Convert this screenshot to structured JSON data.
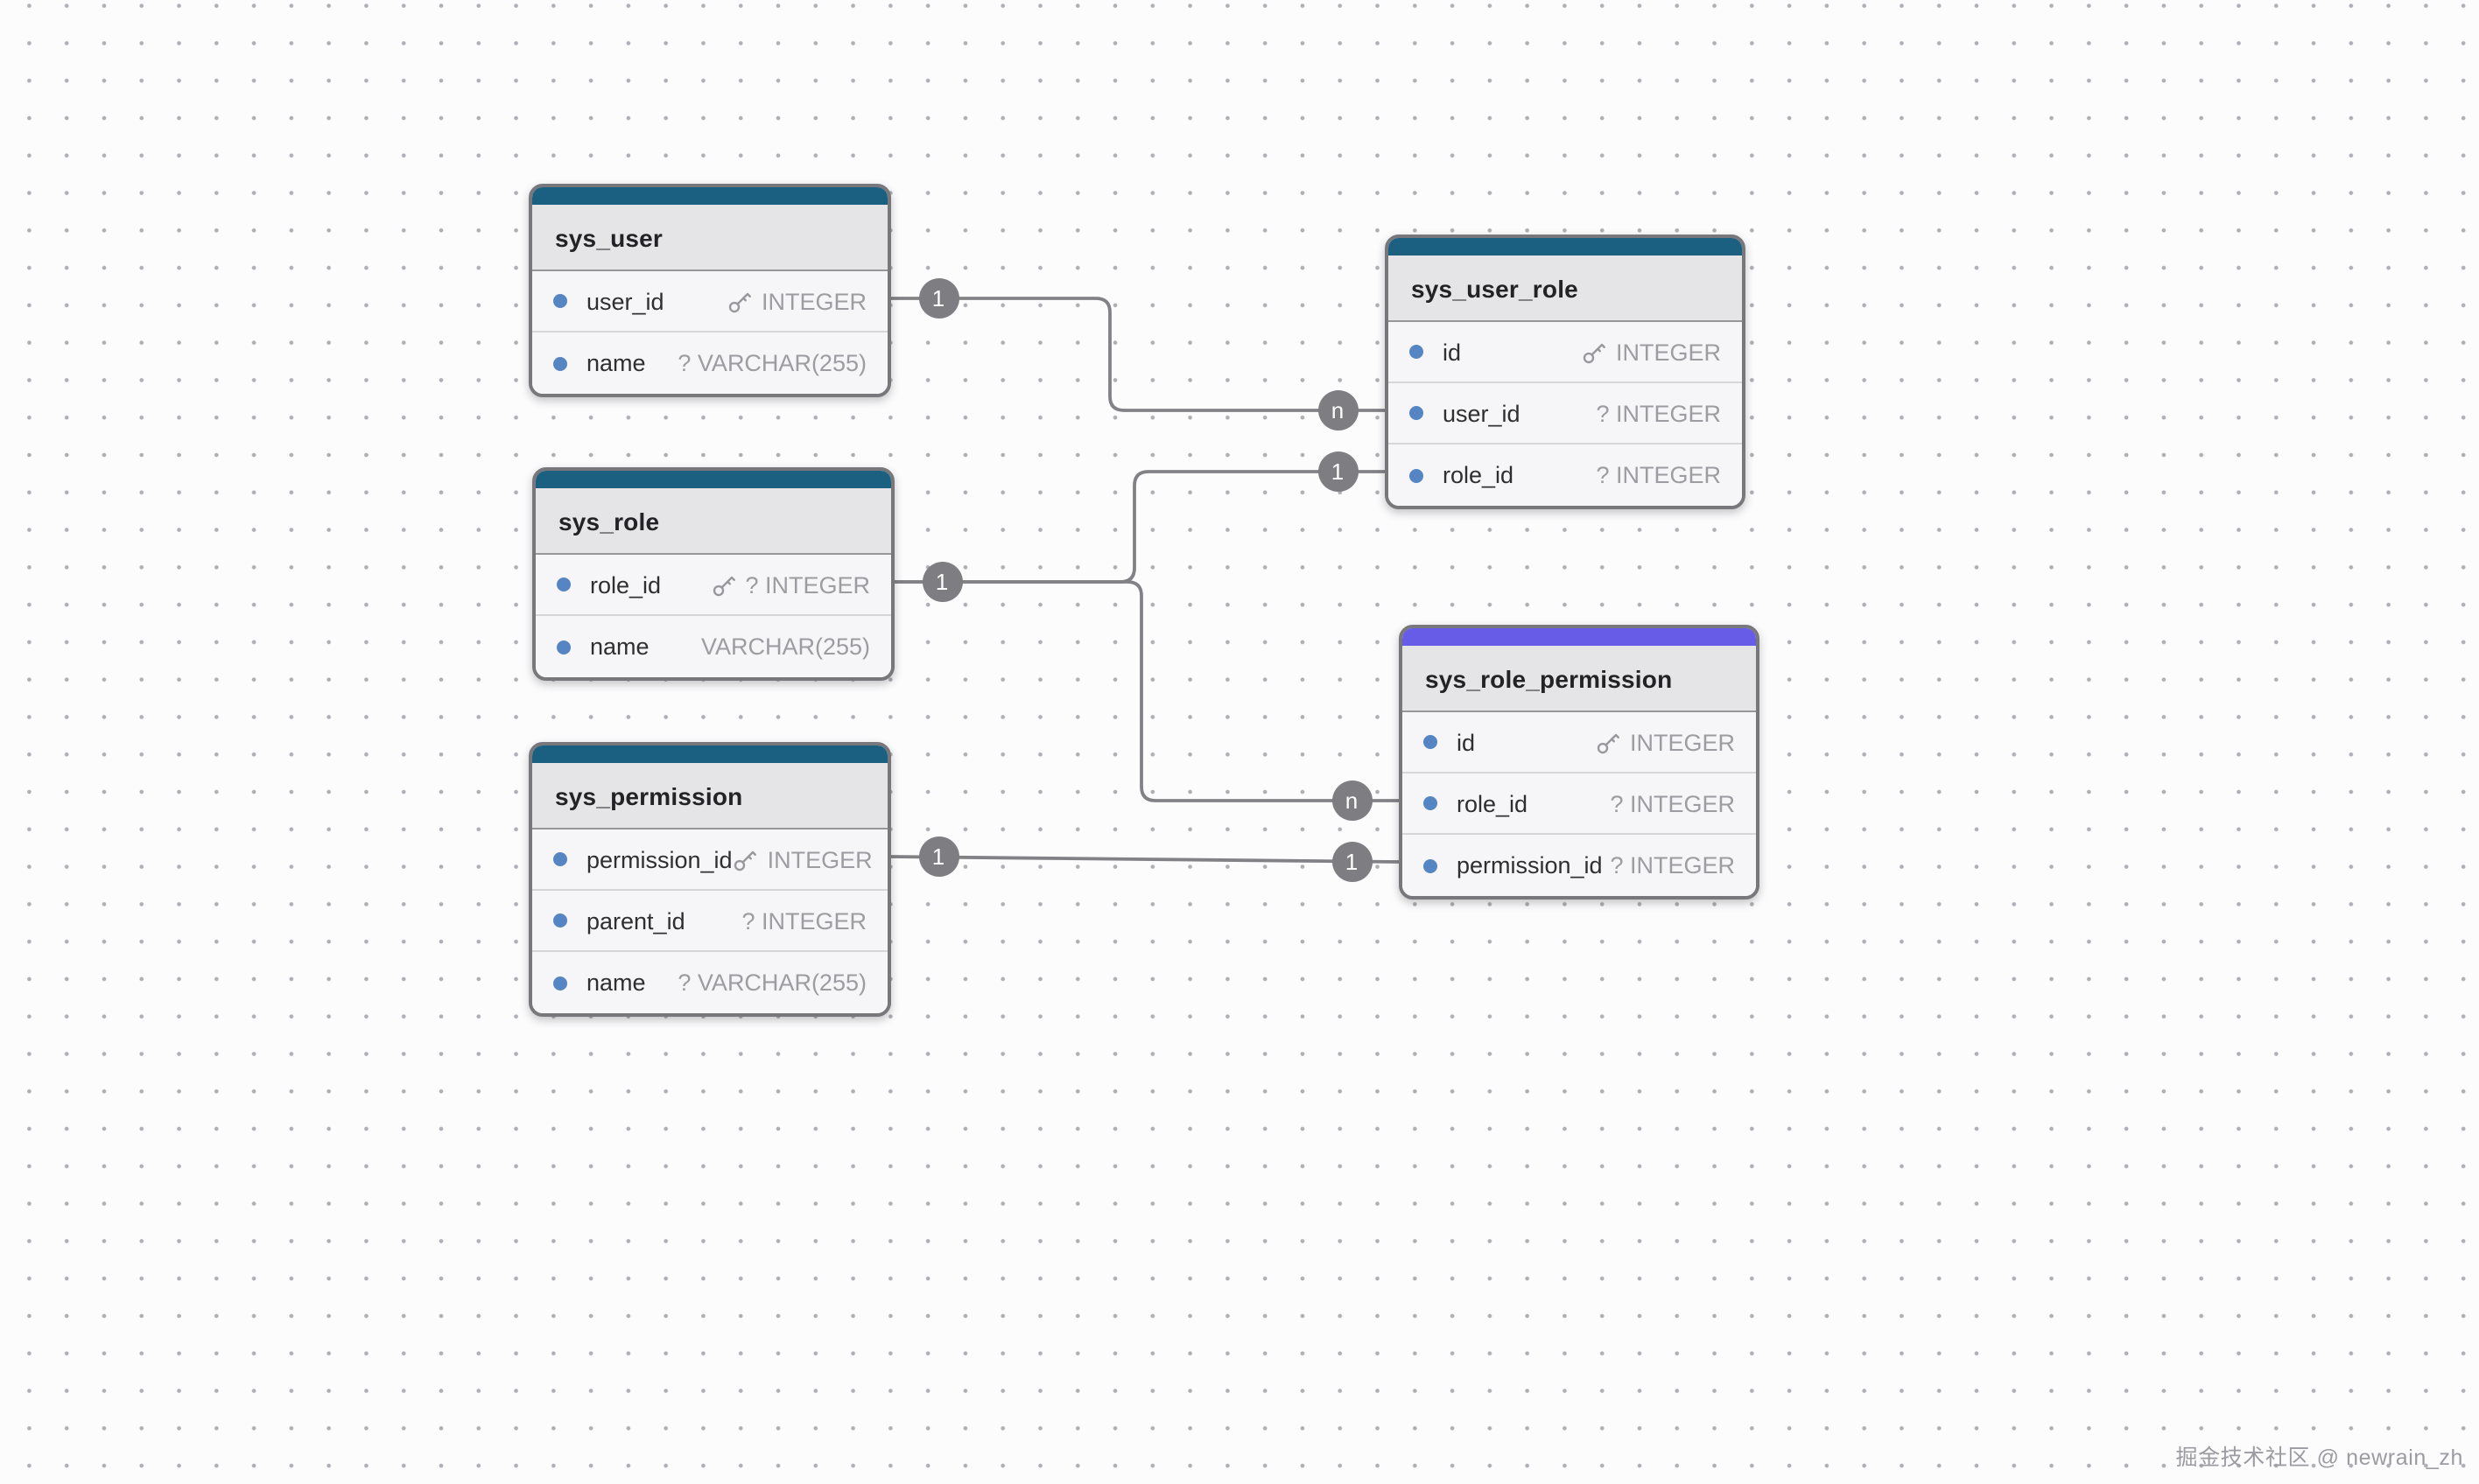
{
  "canvas": {
    "watermark": "掘金技术社区 @ newrain_zh"
  },
  "colors": {
    "table_accent_teal": "#1b6080",
    "table_accent_purple": "#675ce8",
    "badge_gray": "#7d7d82",
    "wire_gray": "#818186",
    "field_dot_blue": "#5585c2",
    "header_gray": "#e5e5e8",
    "row_bg": "#f6f6f8"
  },
  "tables": [
    {
      "name": "sys_user",
      "accent_color": "#1b6080",
      "fields": [
        {
          "name": "user_id",
          "pk": true,
          "type": "INTEGER"
        },
        {
          "name": "name",
          "pk": false,
          "type": "? VARCHAR(255)"
        }
      ]
    },
    {
      "name": "sys_role",
      "accent_color": "#1b6080",
      "fields": [
        {
          "name": "role_id",
          "pk": true,
          "type": "? INTEGER"
        },
        {
          "name": "name",
          "pk": false,
          "type": "VARCHAR(255)"
        }
      ]
    },
    {
      "name": "sys_permission",
      "accent_color": "#1b6080",
      "fields": [
        {
          "name": "permission_id",
          "pk": true,
          "type": "INTEGER"
        },
        {
          "name": "parent_id",
          "pk": false,
          "type": "? INTEGER"
        },
        {
          "name": "name",
          "pk": false,
          "type": "? VARCHAR(255)"
        }
      ]
    },
    {
      "name": "sys_user_role",
      "accent_color": "#1b6080",
      "fields": [
        {
          "name": "id",
          "pk": true,
          "type": "INTEGER"
        },
        {
          "name": "user_id",
          "pk": false,
          "type": "? INTEGER"
        },
        {
          "name": "role_id",
          "pk": false,
          "type": "? INTEGER"
        }
      ]
    },
    {
      "name": "sys_role_permission",
      "accent_color": "#675ce8",
      "fields": [
        {
          "name": "id",
          "pk": true,
          "type": "INTEGER"
        },
        {
          "name": "role_id",
          "pk": false,
          "type": "? INTEGER"
        },
        {
          "name": "permission_id",
          "pk": false,
          "type": "? INTEGER"
        }
      ]
    }
  ],
  "relationships": [
    {
      "from": "sys_user.user_id",
      "from_card": "1",
      "to": "sys_user_role.user_id",
      "to_card": "n"
    },
    {
      "from": "sys_user_role.role_id",
      "from_card": "1",
      "to": "sys_role.role_id",
      "to_card": "1"
    },
    {
      "from": "sys_role.role_id",
      "from_card": "1",
      "to": "sys_role_permission.role_id",
      "to_card": "n"
    },
    {
      "from": "sys_permission.permission_id",
      "from_card": "1",
      "to": "sys_role_permission.permission_id",
      "to_card": "1"
    }
  ]
}
